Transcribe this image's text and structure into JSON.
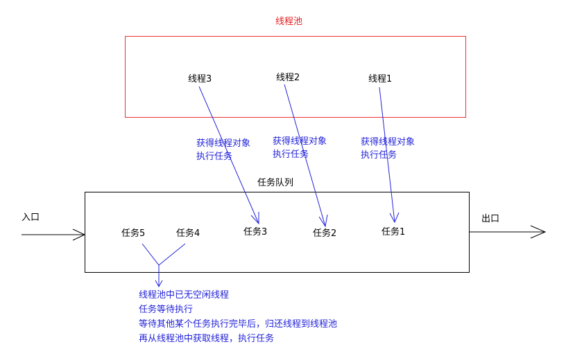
{
  "thread_pool": {
    "title": "线程池",
    "threads": [
      "线程3",
      "线程2",
      "线程1"
    ]
  },
  "acquire_labels": [
    {
      "line1": "获得线程对象",
      "line2": "执行任务"
    },
    {
      "line1": "获得线程对象",
      "line2": "执行任务"
    },
    {
      "line1": "获得线程对象",
      "line2": "执行任务"
    }
  ],
  "task_queue": {
    "title": "任务队列",
    "entry": "入口",
    "exit": "出口",
    "tasks": [
      "任务5",
      "任务4",
      "任务3",
      "任务2",
      "任务1"
    ]
  },
  "note": {
    "lines": [
      "线程池中已无空闲线程",
      "任务等待执行",
      "等待其他某个任务执行完毕后，归还线程到线程池",
      "再从线程池中获取线程，执行任务"
    ]
  },
  "colors": {
    "pool_title": "#e51f1f",
    "pool_border": "#e83232",
    "annotation": "#2323d9",
    "queue_border": "#000000"
  }
}
